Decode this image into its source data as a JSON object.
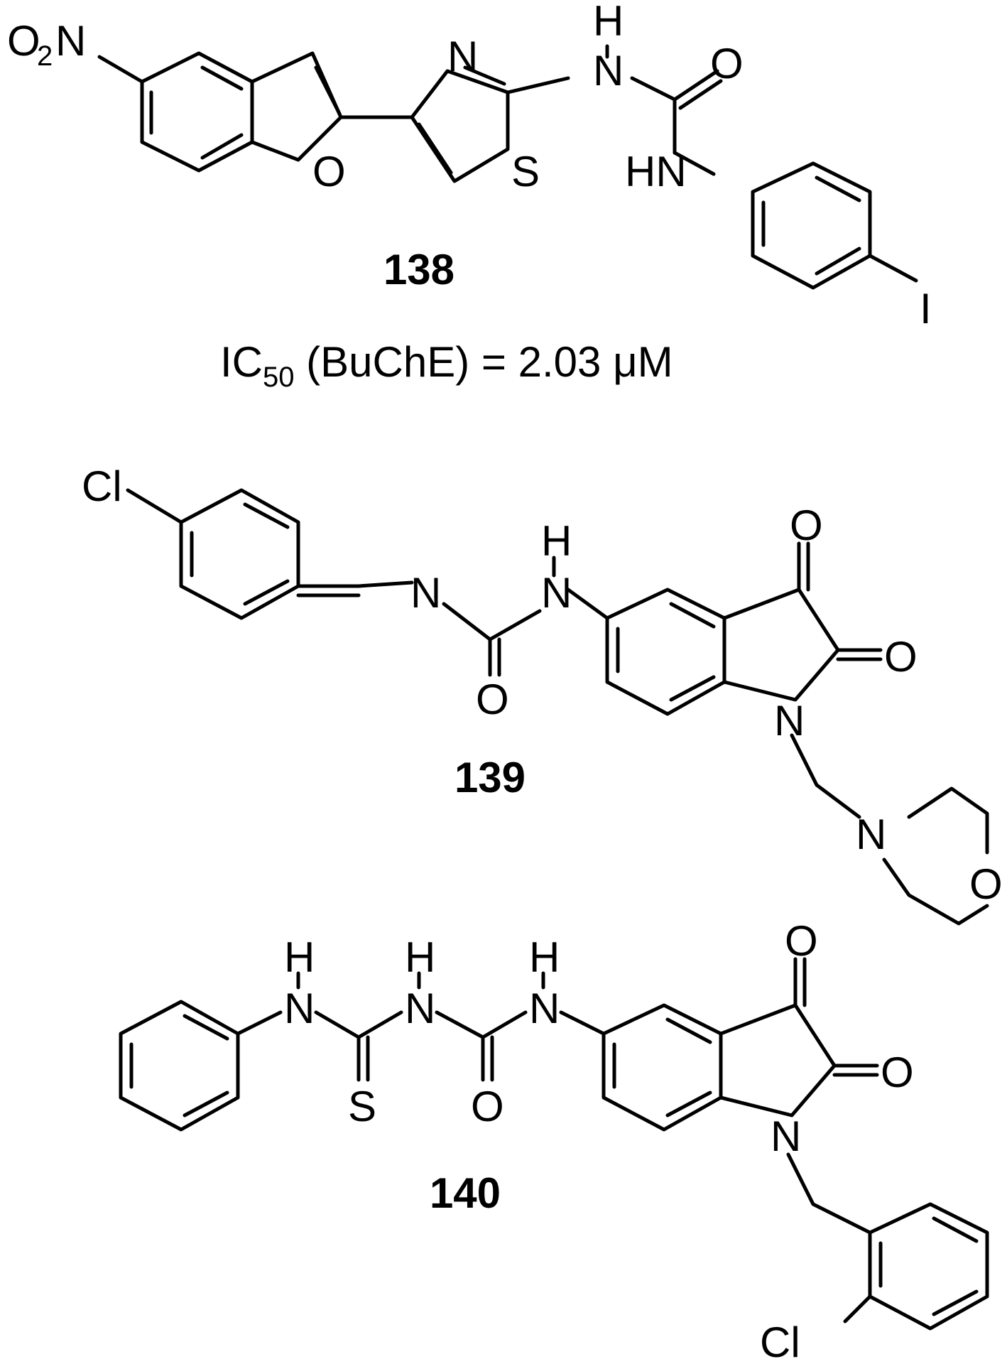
{
  "compounds": [
    {
      "number": "138",
      "atoms": {
        "o2": "O",
        "o2sub": "2",
        "nitro_n": "N",
        "furan_o": "O",
        "thz_n": "N",
        "thz_s": "S",
        "nh1_h": "H",
        "nh1_n": "N",
        "carbonyl_o": "O",
        "hn2": "HN",
        "iodo": "I"
      },
      "activity": {
        "prefix": "IC",
        "sub": "50",
        "rest": " (BuChE) = 2.03 μM"
      }
    },
    {
      "number": "139",
      "atoms": {
        "cl": "Cl",
        "imine_n": "N",
        "carbonyl_o": "O",
        "nh_h": "H",
        "nh_n": "N",
        "keto_o1": "O",
        "keto_o2": "O",
        "indole_n": "N",
        "morph_n": "N",
        "morph_o": "O"
      }
    },
    {
      "number": "140",
      "atoms": {
        "nh1_h": "H",
        "nh1_n": "N",
        "nh2_h": "H",
        "nh2_n": "N",
        "nh3_h": "H",
        "nh3_n": "N",
        "thio_s": "S",
        "carbonyl_o": "O",
        "keto_o1": "O",
        "keto_o2": "O",
        "indole_n": "N",
        "cl": "Cl"
      }
    }
  ]
}
